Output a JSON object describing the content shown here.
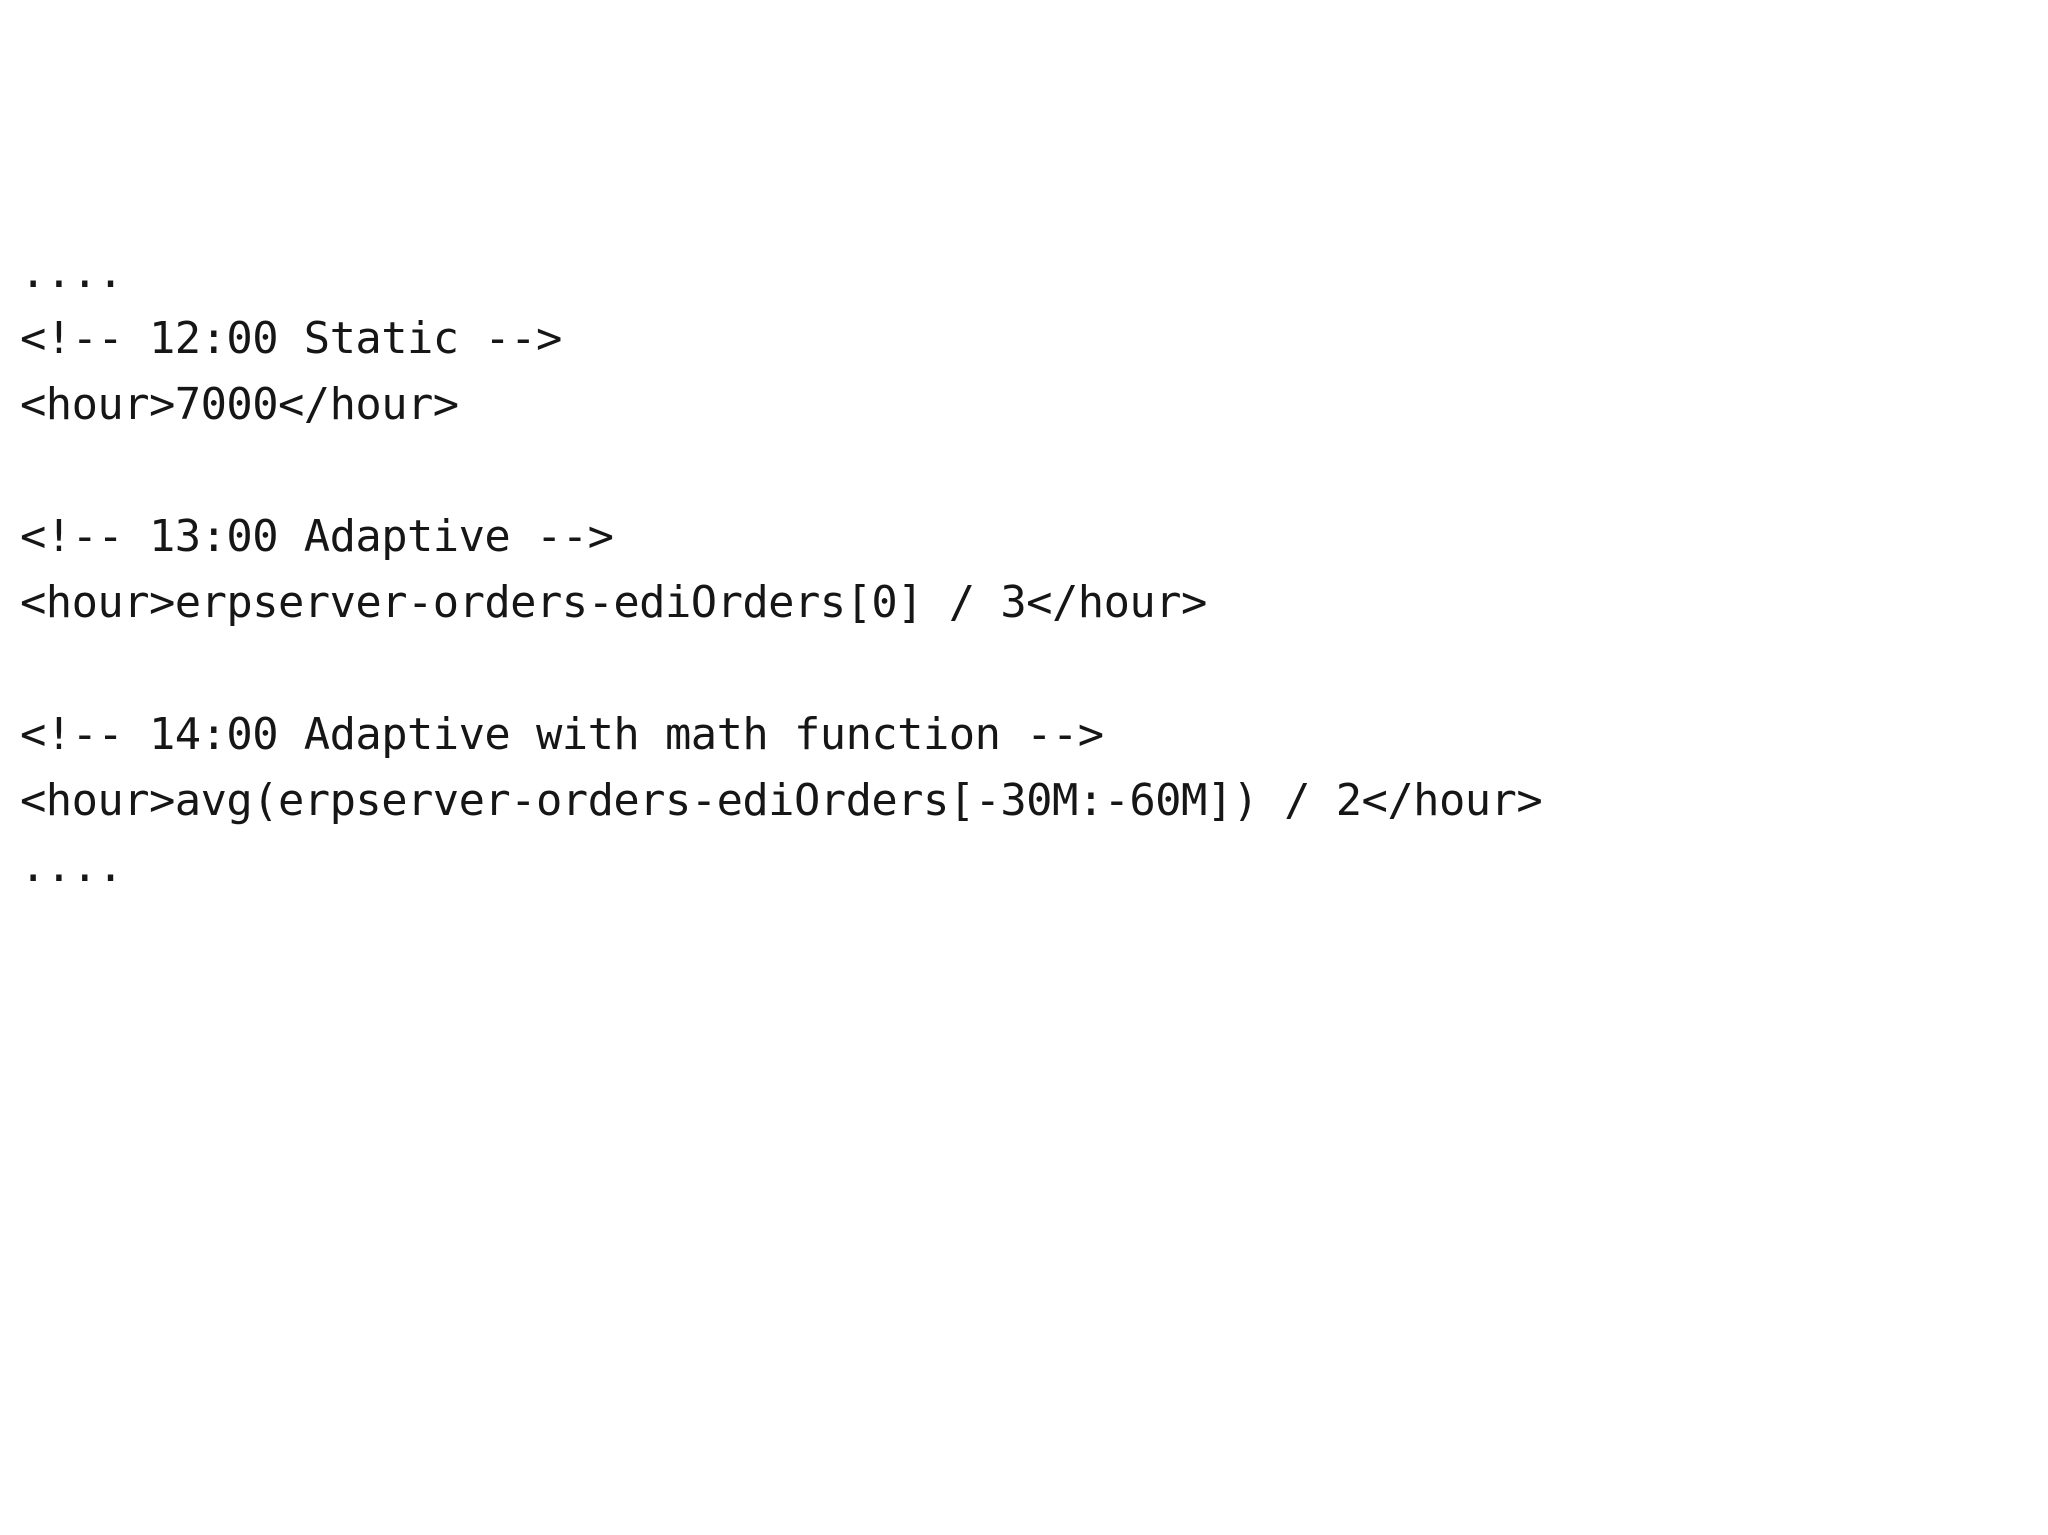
{
  "document": {
    "background_color": "#ffffff",
    "text_color": "#161616",
    "kind": "code-snippet-slide",
    "language": "xml",
    "lines": [
      {
        "id": "line-ellipsis-top",
        "text": "....",
        "kind": "ellipsis"
      },
      {
        "id": "line-comment-static",
        "text": "<!-- 12:00 Static -->",
        "kind": "comment"
      },
      {
        "id": "line-hour-static",
        "text": "<hour>7000</hour>",
        "kind": "element"
      },
      {
        "id": "line-blank-1",
        "text": " ",
        "kind": "blank"
      },
      {
        "id": "line-comment-adaptive",
        "text": "<!-- 13:00 Adaptive -->",
        "kind": "comment"
      },
      {
        "id": "line-hour-adaptive",
        "text": "<hour>erpserver-orders-ediOrders[0] / 3</hour>",
        "kind": "element"
      },
      {
        "id": "line-blank-2",
        "text": " ",
        "kind": "blank"
      },
      {
        "id": "line-comment-adaptive-math",
        "text": "<!-- 14:00 Adaptive with math function -->",
        "kind": "comment"
      },
      {
        "id": "line-hour-adaptive-math",
        "text": "<hour>avg(erpserver-orders-ediOrders[-30M:-60M]) / 2</hour>",
        "kind": "element"
      },
      {
        "id": "line-ellipsis-bottom",
        "text": "....",
        "kind": "ellipsis"
      }
    ],
    "entries": [
      {
        "time": "12:00",
        "mode": "Static",
        "comment": "<!-- 12:00 Static -->",
        "value": "7000",
        "expression": "<hour>7000</hour>"
      },
      {
        "time": "13:00",
        "mode": "Adaptive",
        "comment": "<!-- 13:00 Adaptive -->",
        "value": "erpserver-orders-ediOrders[0] / 3",
        "expression": "<hour>erpserver-orders-ediOrders[0] / 3</hour>",
        "metric": "erpserver-orders-ediOrders",
        "index": "[0]",
        "divisor": "3"
      },
      {
        "time": "14:00",
        "mode": "Adaptive with math function",
        "comment": "<!-- 14:00 Adaptive with math function -->",
        "value": "avg(erpserver-orders-ediOrders[-30M:-60M]) / 2",
        "expression": "<hour>avg(erpserver-orders-ediOrders[-30M:-60M]) / 2</hour>",
        "function": "avg",
        "metric": "erpserver-orders-ediOrders",
        "range": "[-30M:-60M]",
        "divisor": "2"
      }
    ]
  }
}
